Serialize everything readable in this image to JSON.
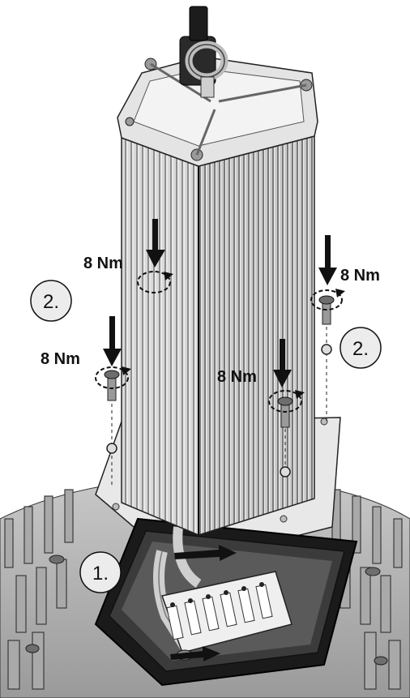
{
  "labels": {
    "torque_top_left": "8 Nm",
    "torque_top_right": "8 Nm",
    "torque_left": "8 Nm",
    "torque_center": "8 Nm",
    "step_left": "2.",
    "step_right": "2.",
    "step_bottom": "1."
  },
  "colors": {
    "metal_light": "#e6e6e6",
    "metal_mid": "#b8b8b8",
    "metal_dark": "#555555",
    "ink": "#111111",
    "badge_fill": "#ececec"
  },
  "icons": [
    "screw-icon",
    "washer-icon",
    "down-arrow-icon",
    "rotation-arrow-icon",
    "slide-arrow-icon"
  ]
}
